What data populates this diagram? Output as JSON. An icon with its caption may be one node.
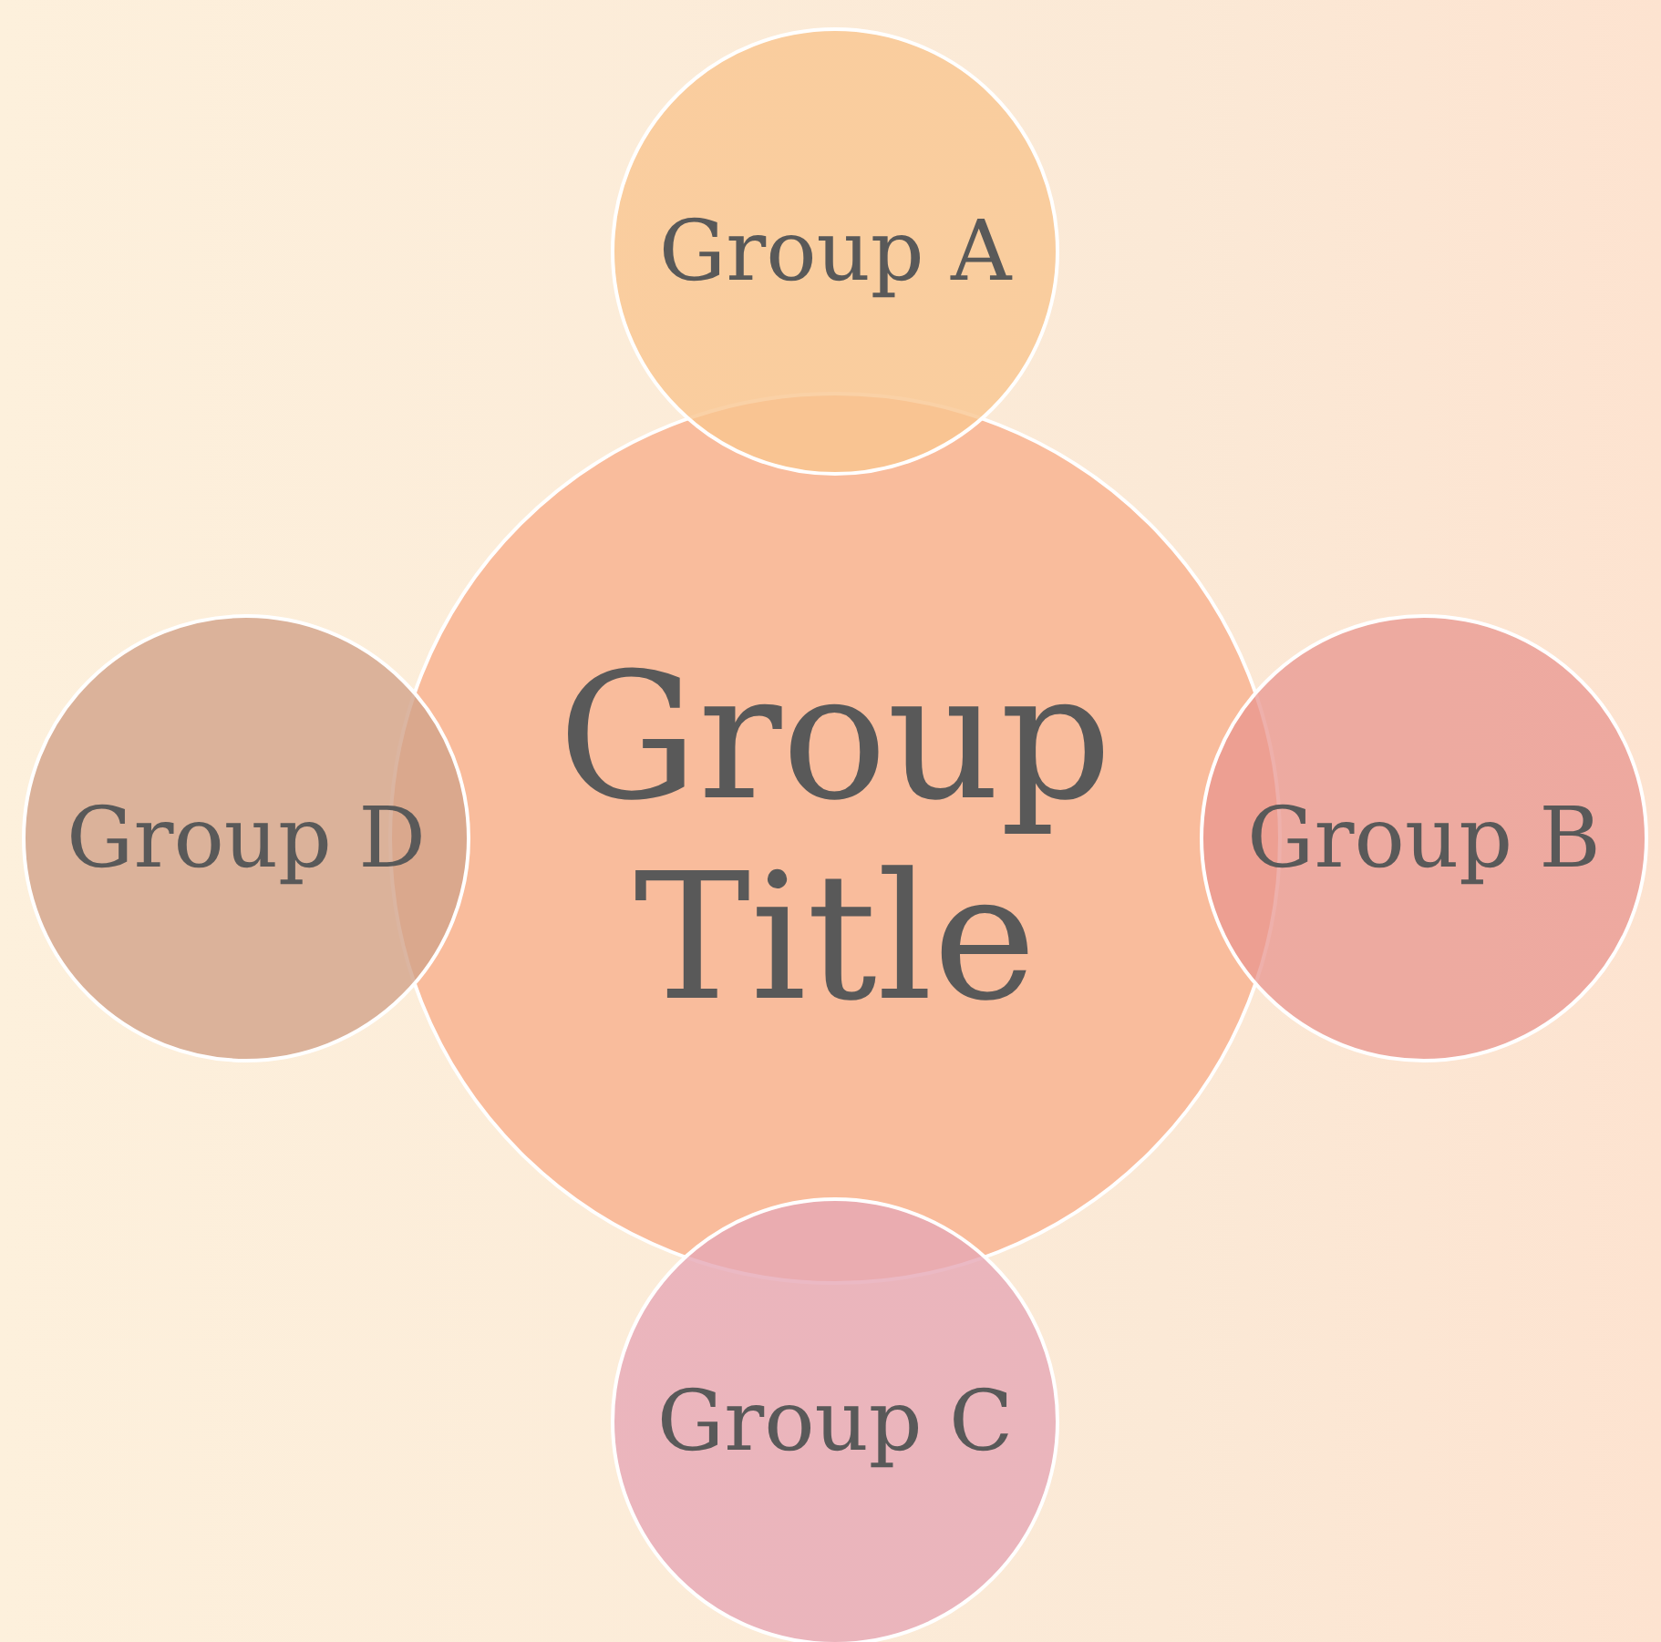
{
  "diagram": {
    "nodes": [
      {
        "text": [
          "Group Title"
        ]
      },
      {
        "text": [
          "Group A"
        ]
      },
      {
        "text": [
          "Group B"
        ]
      },
      {
        "text": [
          "Group C"
        ]
      },
      {
        "text": [
          "Group D"
        ]
      }
    ]
  }
}
